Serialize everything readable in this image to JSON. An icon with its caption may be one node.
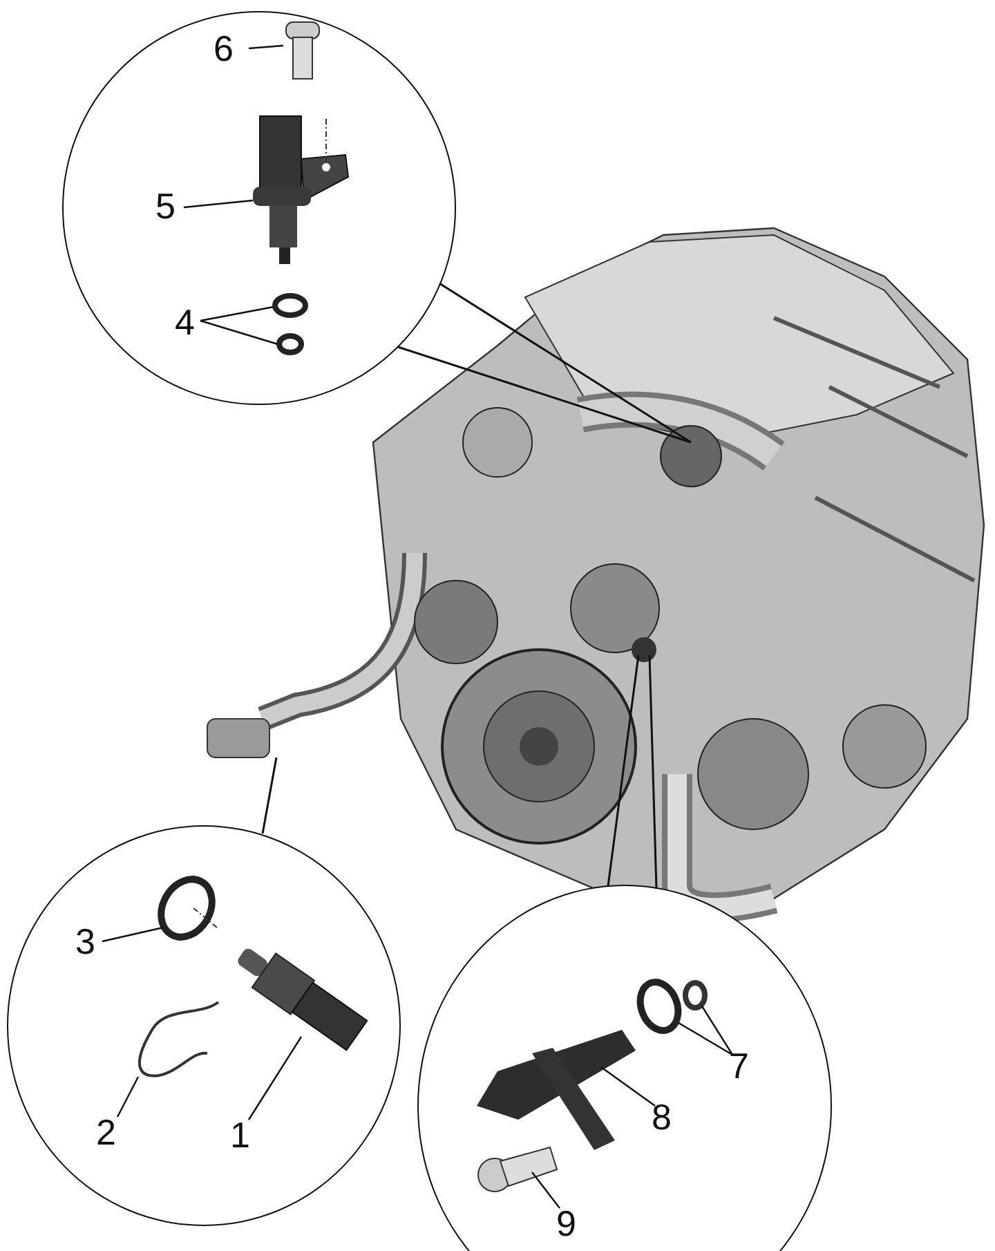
{
  "diagram": {
    "nodes": [
      {
        "text": [],
        "shape": "circle"
      },
      {
        "text": [
          "6"
        ],
        "in": 0
      },
      {
        "text": [],
        "shape": "picture",
        "in": 0
      },
      {
        "text": [
          "5"
        ],
        "in": 0
      },
      {
        "text": [],
        "shape": "picture",
        "in": 0
      },
      {
        "text": [
          "4"
        ],
        "in": 0
      },
      {
        "text": [],
        "shape": "circle",
        "in": 0
      },
      {
        "text": [],
        "shape": "circle",
        "in": 0
      },
      {
        "text": [],
        "shape": "picture"
      },
      {
        "text": [],
        "shape": "circle"
      },
      {
        "text": [],
        "shape": "circle",
        "in": 9
      },
      {
        "text": [
          "3"
        ],
        "in": 9
      },
      {
        "text": [],
        "shape": "picture",
        "in": 9
      },
      {
        "text": [],
        "shape": "picture",
        "in": 9
      },
      {
        "text": [
          "2"
        ],
        "in": 9
      },
      {
        "text": [
          "1"
        ],
        "in": 9
      },
      {
        "text": [],
        "shape": "circle"
      },
      {
        "text": [],
        "shape": "circle",
        "in": 16
      },
      {
        "text": [],
        "shape": "circle",
        "in": 16
      },
      {
        "text": [
          "7"
        ],
        "in": 16
      },
      {
        "text": [],
        "shape": "picture",
        "in": 16
      },
      {
        "text": [
          "8"
        ],
        "in": 16
      },
      {
        "text": [],
        "shape": "picture",
        "in": 16
      },
      {
        "text": [
          "9"
        ],
        "in": 16
      }
    ],
    "edges": [
      {
        "from": 0,
        "to": 8,
        "arrow": "none"
      },
      {
        "from": 1,
        "to": 2,
        "arrow": "none"
      },
      {
        "from": 3,
        "to": 4,
        "arrow": "none"
      },
      {
        "from": 5,
        "to": 6,
        "arrow": "none"
      },
      {
        "from": 5,
        "to": 7,
        "arrow": "none"
      },
      {
        "from": 9,
        "to": 8,
        "arrow": "none"
      },
      {
        "from": 11,
        "to": 10,
        "arrow": "none"
      },
      {
        "from": 14,
        "to": 13,
        "arrow": "none"
      },
      {
        "from": 15,
        "to": 12,
        "arrow": "none"
      },
      {
        "from": 16,
        "to": 8,
        "arrow": "none"
      },
      {
        "from": 19,
        "to": 17,
        "arrow": "none"
      },
      {
        "from": 19,
        "to": 18,
        "arrow": "none"
      },
      {
        "from": 21,
        "to": 20,
        "arrow": "none"
      },
      {
        "from": 23,
        "to": 22,
        "arrow": "none"
      }
    ]
  }
}
